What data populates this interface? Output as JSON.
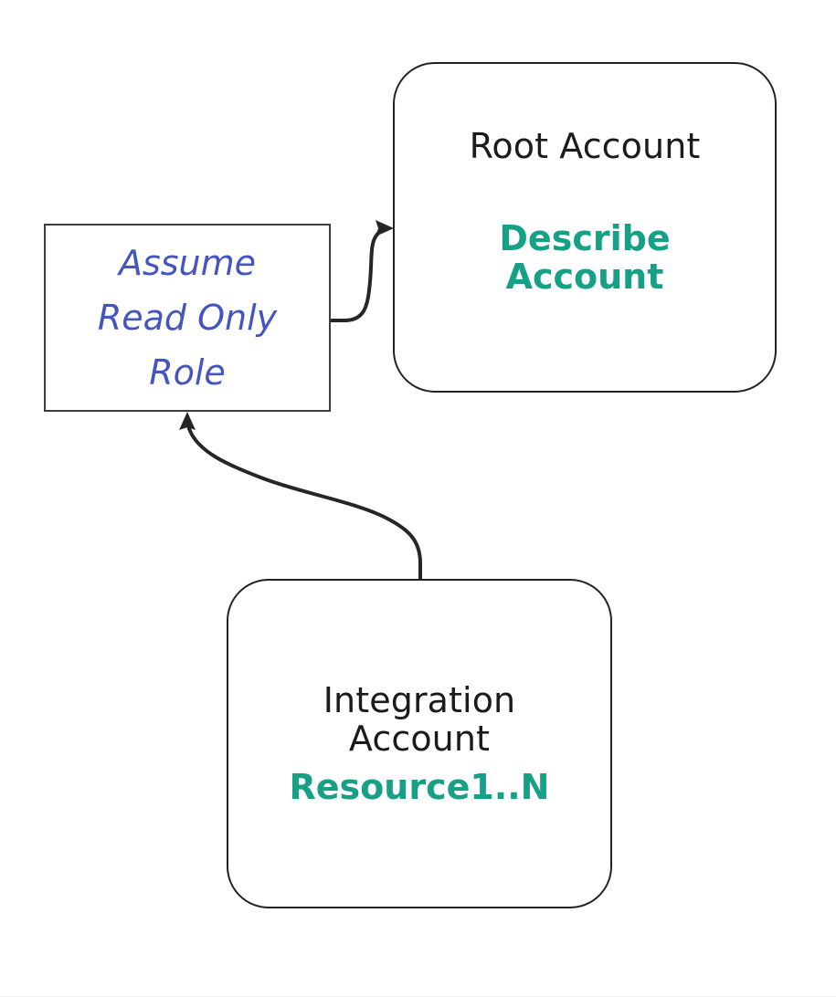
{
  "diagram": {
    "title": "AWS cross-account read-only role access diagram",
    "background_color": "#ffffff",
    "colors": {
      "node_border": "#222222",
      "node_border_square": "#3c3c41",
      "title_text": "#1b1b1b",
      "emphasis_text": "#16a085",
      "role_text": "#4455c0",
      "edge_stroke": "#262626"
    },
    "nodes": [
      {
        "id": "root-account",
        "shape": "rounded-rectangle",
        "title": "Root Account",
        "emphasis": "Describe\nAccount"
      },
      {
        "id": "assume-role",
        "shape": "rectangle",
        "label": "Assume\nRead Only\nRole"
      },
      {
        "id": "integration-account",
        "shape": "rounded-rectangle",
        "title": "Integration\nAccount",
        "emphasis": "Resource1..N"
      }
    ],
    "edges": [
      {
        "id": "role-to-root",
        "from": "assume-role",
        "to": "root-account",
        "style": "curved",
        "arrowhead": "right"
      },
      {
        "id": "integration-to-role",
        "from": "integration-account",
        "to": "assume-role",
        "style": "curved",
        "arrowhead": "up"
      }
    ]
  }
}
